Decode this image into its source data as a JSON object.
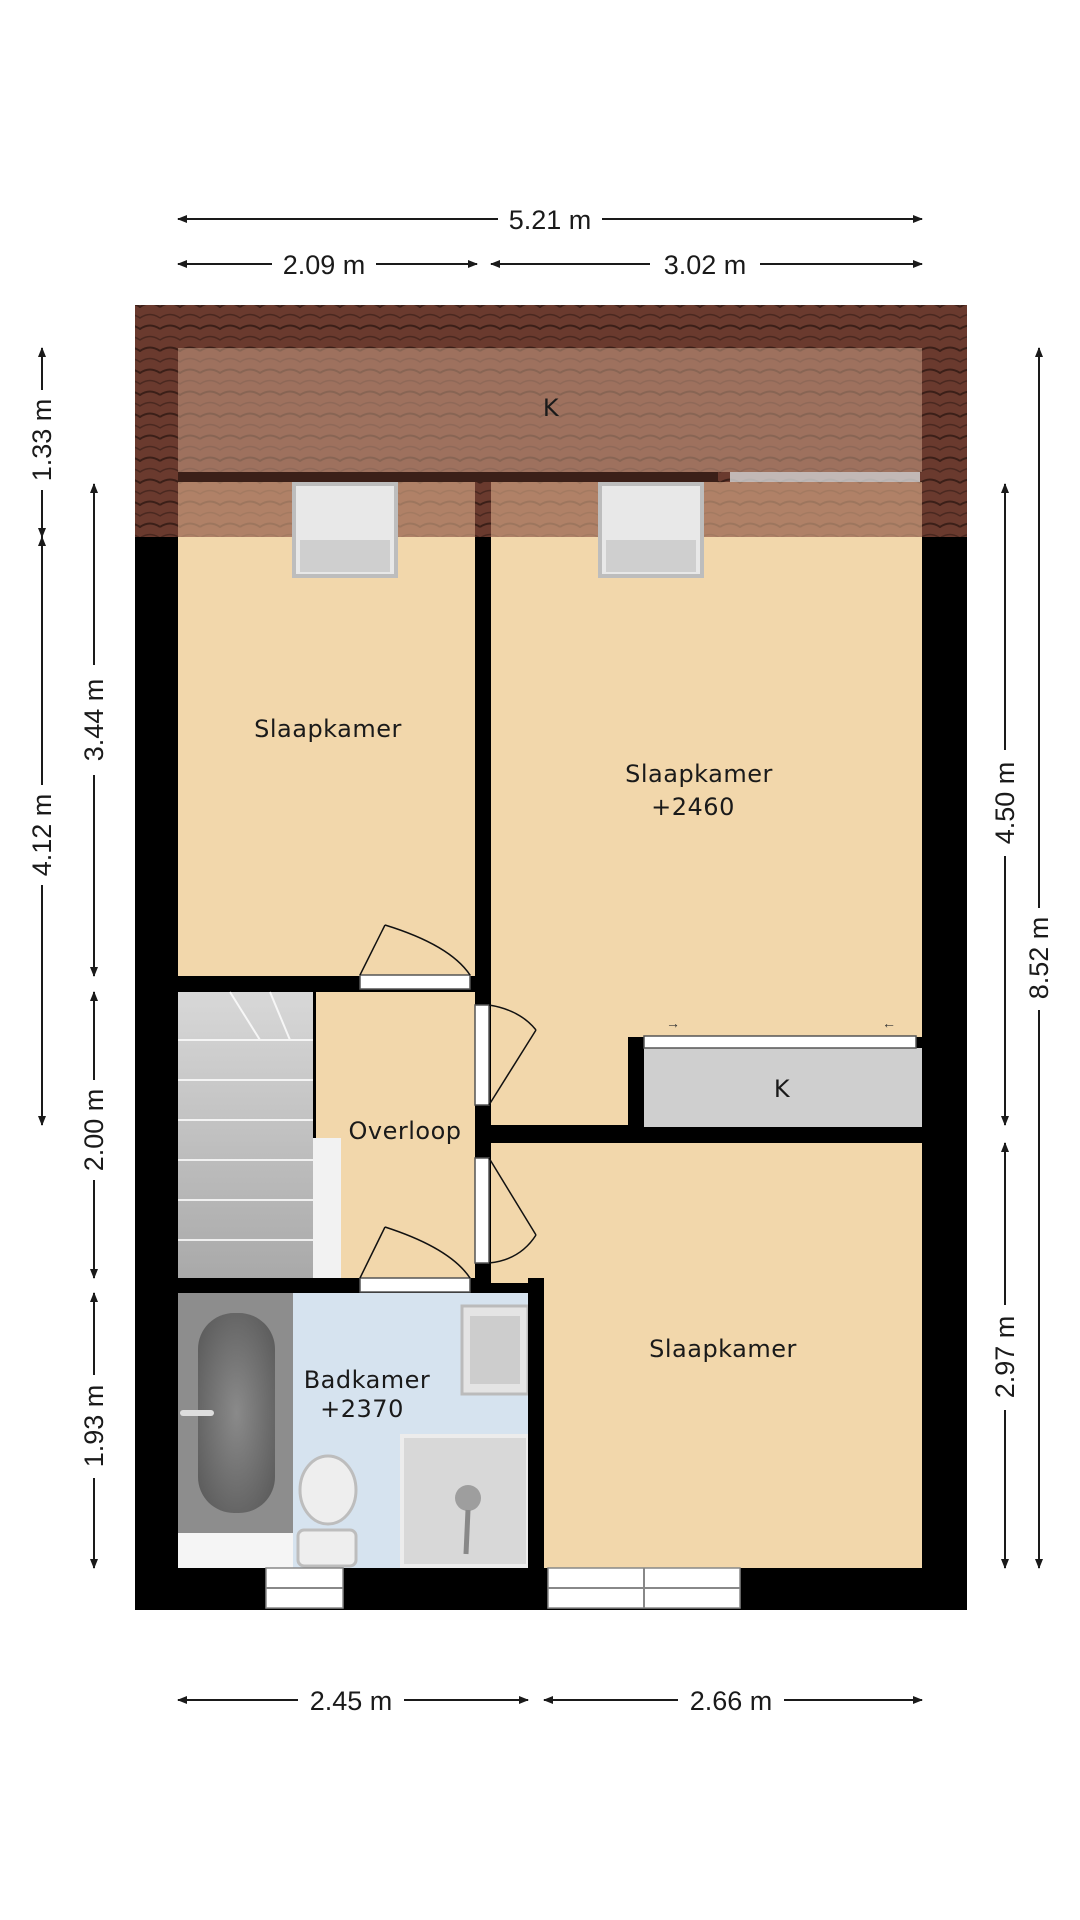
{
  "dimensions": {
    "top_total": "5.21 m",
    "top_left": "2.09 m",
    "top_right": "3.02 m",
    "left_outer_top": "1.33 m",
    "left_outer_mid": "4.12 m",
    "left_inner_top": "3.44 m",
    "left_inner_mid": "2.00 m",
    "left_inner_bottom": "1.93 m",
    "right_inner_top": "4.50 m",
    "right_inner_bottom": "2.97 m",
    "right_outer": "8.52 m",
    "bottom_left": "2.45 m",
    "bottom_right": "2.66 m"
  },
  "rooms": {
    "attic_storage": "K",
    "bedroom_left": "Slaapkamer",
    "bedroom_right": "Slaapkamer",
    "bedroom_right_height": "+2460",
    "storage_small": "K",
    "landing": "Overloop",
    "bathroom": "Badkamer",
    "bathroom_height": "+2370",
    "bedroom_bottom": "Slaapkamer"
  },
  "colors": {
    "room_fill": "#f2d7ab",
    "bathroom_fill": "#d6e3ef",
    "wall": "#000000",
    "roof_tiles": "#6b3a2f",
    "storage_fill": "#cfcfcf"
  }
}
